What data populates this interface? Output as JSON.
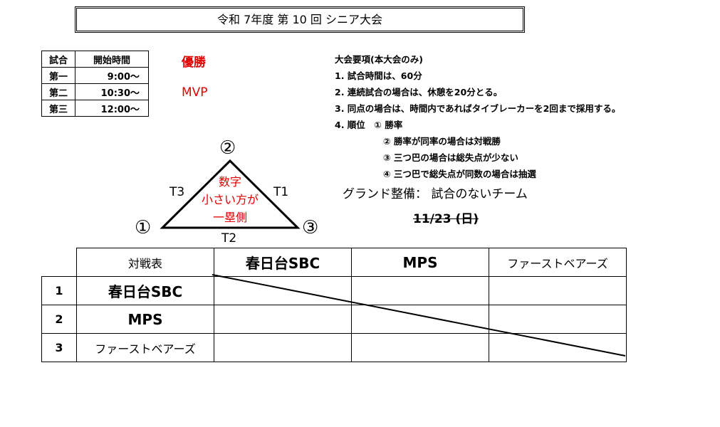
{
  "title": "令和 7年度  第 10 回  シニア大会",
  "schedule": {
    "headers": [
      "試合",
      "開始時間"
    ],
    "rows": [
      [
        "第一",
        "9:00～"
      ],
      [
        "第二",
        "10:30～"
      ],
      [
        "第三",
        "12:00～"
      ]
    ]
  },
  "awards": {
    "champion": "優勝",
    "mvp": "MVP"
  },
  "rules": {
    "heading": "大会要項(本大会のみ)",
    "items": [
      "1. 試合時間は、60分",
      "2. 連続試合の場合は、休憩を20分とる。",
      "3. 同点の場合は、時間内であればタイブレーカーを2回まで採用する。",
      "4. 順位　① 勝率",
      "② 勝率が同率の場合は対戦勝",
      "③ 三つ巴の場合は総失点が少ない",
      "④ 三つ巴で総失点が同数の場合は抽選"
    ]
  },
  "ground": "グランド整備： 試合のないチーム",
  "date": "11/23 (日)",
  "diagram": {
    "nodes": [
      "①",
      "②",
      "③"
    ],
    "edges": [
      "T1",
      "T2",
      "T3"
    ],
    "note": [
      "数字",
      "小さい方が",
      "一塁側"
    ]
  },
  "matrix": {
    "corner": "対戦表",
    "teams": [
      "春日台SBC",
      "MPS",
      "ファーストベアーズ"
    ],
    "numbers": [
      "1",
      "2",
      "3"
    ]
  }
}
